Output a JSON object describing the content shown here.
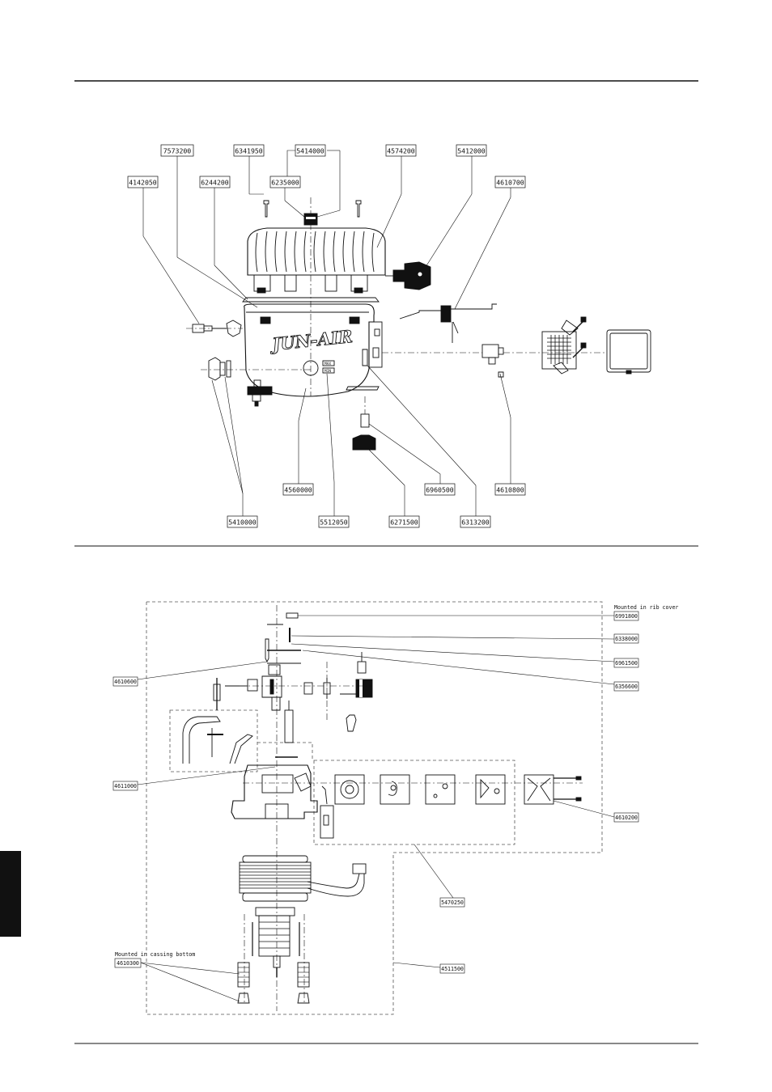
{
  "top_labels": [
    "7573200",
    "6341950",
    "5414000",
    "4574200",
    "5412000",
    "4142050",
    "6244200",
    "6235000",
    "4610700",
    "4560000",
    "6960500",
    "4610800",
    "5410000",
    "5512050",
    "6271500",
    "6313200"
  ],
  "brand_logo": "JUN-AIR",
  "bottom_notes": {
    "rib_cover": "Mounted in rib cover",
    "casing_bottom": "Mounted in cassing bottom"
  },
  "bottom_labels": [
    "6991800",
    "6338000",
    "6961500",
    "6356600",
    "4610600",
    "4611000",
    "4610200",
    "5470250",
    "4511500",
    "4610300"
  ],
  "sight_glass_marks": [
    "MAX",
    "MIN"
  ]
}
